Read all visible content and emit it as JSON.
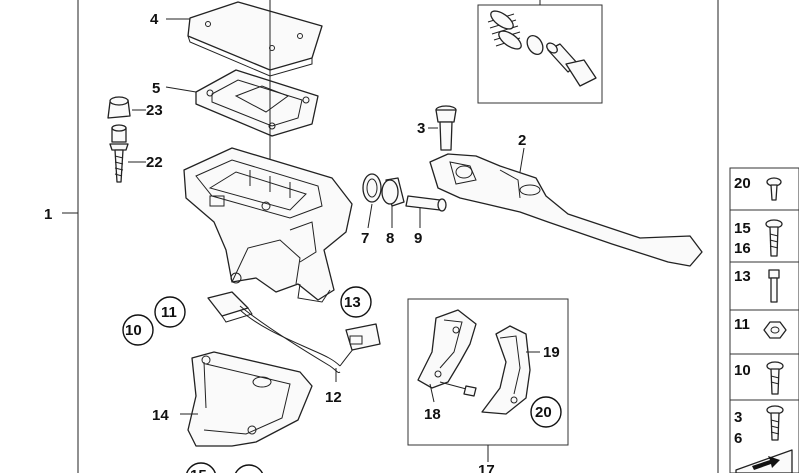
{
  "labels": {
    "p1": "1",
    "p2": "2",
    "p3": "3",
    "p4": "4",
    "p5": "5",
    "p7": "7",
    "p8": "8",
    "p9": "9",
    "p10": "10",
    "p11": "11",
    "p12": "12",
    "p13": "13",
    "p14": "14",
    "p15": "15",
    "p17": "17",
    "p18": "18",
    "p19": "19",
    "p20": "20",
    "p22": "22",
    "p23": "23"
  },
  "legend": {
    "items": [
      "20",
      "15",
      "16",
      "13",
      "11",
      "10",
      "3",
      "6"
    ]
  }
}
